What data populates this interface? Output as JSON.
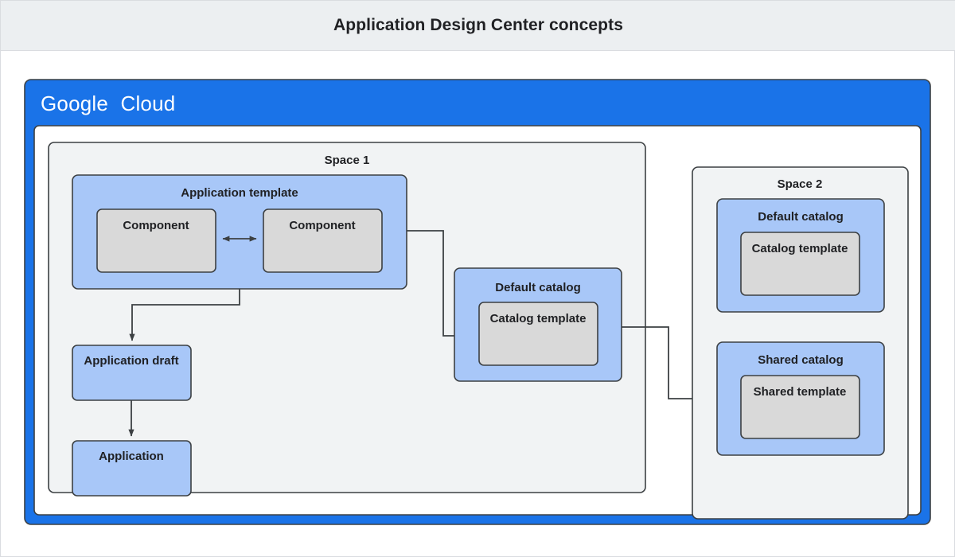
{
  "header": {
    "title": "Application Design Center concepts"
  },
  "cloud_frame": {
    "brand_primary": "Google",
    "brand_secondary": "Cloud",
    "brand_color": "#1a73e8"
  },
  "colors": {
    "title_bar_bg": "#eceff1",
    "page_bg": "#ffffff",
    "space_bg": "#f1f3f4",
    "blue_fill": "#a8c7f8",
    "gray_fill": "#d9d9d9",
    "stroke": "#3c4043",
    "text": "#202124",
    "cloud_blue": "#1a73e8",
    "inner_panel_bg": "#ffffff"
  },
  "spaces": [
    {
      "id": "space-1",
      "label": "Space 1",
      "nodes": [
        {
          "id": "application-template",
          "label": "Application template",
          "type": "blue-container",
          "children": [
            {
              "id": "component-left",
              "label": "Component",
              "type": "gray-box"
            },
            {
              "id": "component-right",
              "label": "Component",
              "type": "gray-box"
            }
          ]
        },
        {
          "id": "application-draft",
          "label": "Application draft",
          "type": "blue-box"
        },
        {
          "id": "application",
          "label": "Application",
          "type": "blue-box"
        },
        {
          "id": "default-catalog-space1",
          "label": "Default catalog",
          "type": "blue-container",
          "children": [
            {
              "id": "catalog-template-space1",
              "label": "Catalog template",
              "type": "gray-box"
            }
          ]
        }
      ]
    },
    {
      "id": "space-2",
      "label": "Space 2",
      "nodes": [
        {
          "id": "default-catalog-space2",
          "label": "Default catalog",
          "type": "blue-container",
          "children": [
            {
              "id": "catalog-template-space2",
              "label": "Catalog template",
              "type": "gray-box"
            }
          ]
        },
        {
          "id": "shared-catalog-space2",
          "label": "Shared catalog",
          "type": "blue-container",
          "children": [
            {
              "id": "shared-template-space2",
              "label": "Shared template",
              "type": "gray-box"
            }
          ]
        }
      ]
    }
  ],
  "connectors": [
    {
      "id": "component-to-component",
      "from": "component-left",
      "to": "component-right",
      "arrows": "both"
    },
    {
      "id": "template-to-draft",
      "from": "application-template",
      "to": "application-draft",
      "arrows": "end"
    },
    {
      "id": "draft-to-application",
      "from": "application-draft",
      "to": "application",
      "arrows": "end"
    },
    {
      "id": "template-to-default-catalog",
      "from": "application-template",
      "to": "catalog-template-space1",
      "arrows": "end"
    },
    {
      "id": "default-catalog-to-shared-catalog",
      "from": "default-catalog-space1",
      "to": "shared-catalog-space2",
      "arrows": "end"
    }
  ]
}
